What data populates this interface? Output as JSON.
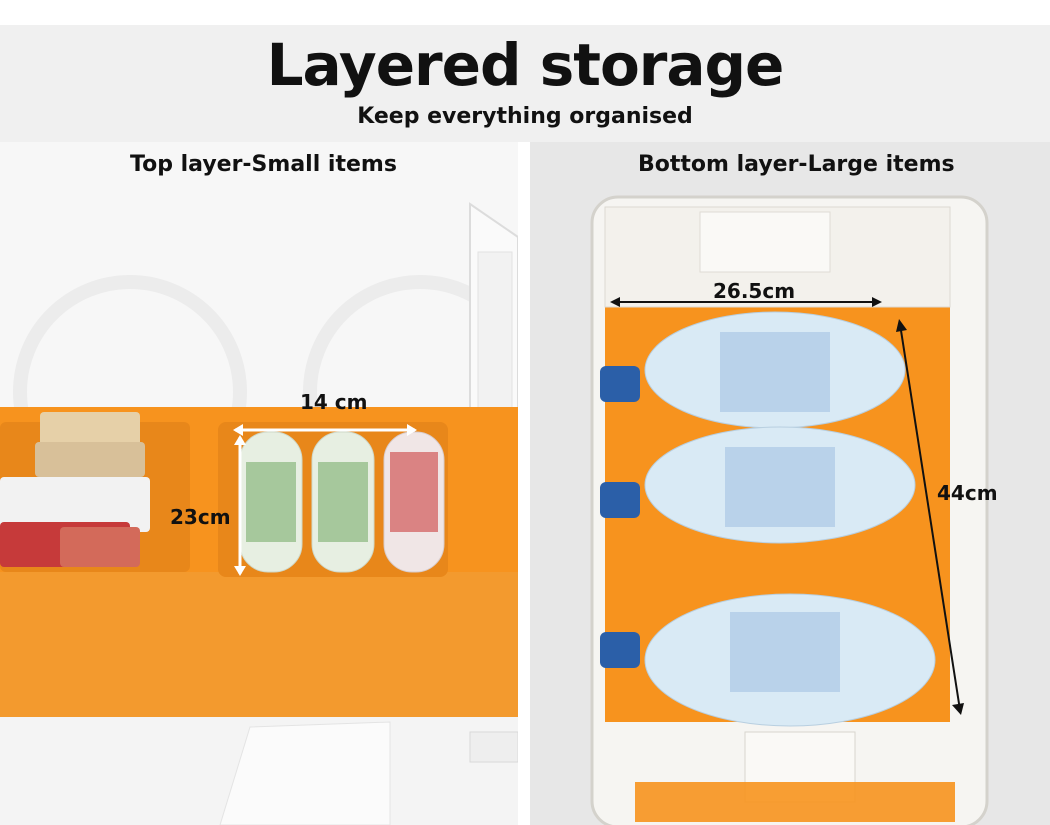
{
  "header": {
    "title": "Layered storage",
    "subtitle": "Keep everything organised"
  },
  "panels": {
    "left_label": "Top layer-Small items",
    "right_label": "Bottom layer-Large items"
  },
  "dimensions": {
    "top_width": "14 cm",
    "top_height": "23cm",
    "bottom_width": "26.5cm",
    "bottom_height": "44cm"
  },
  "colors": {
    "orange": "#f7931e",
    "header_bg": "#f0f0f0",
    "right_bg": "#e7e7e7"
  }
}
